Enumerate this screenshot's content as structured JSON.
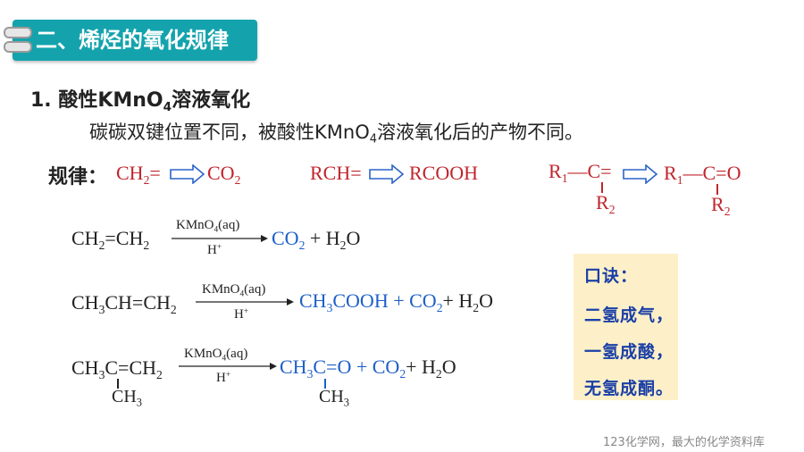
{
  "header": {
    "section_title": "二、烯烃的氧化规律"
  },
  "heading": {
    "prefix": "1. 酸性KMnO",
    "sub": "4",
    "suffix": "溶液氧化"
  },
  "description": {
    "part1": "碳碳双键位置不同，被酸性KMnO",
    "sub": "4",
    "part2": "溶液氧化后的产物不同。"
  },
  "rules": {
    "label": "规律：",
    "rule1": {
      "left_main": "CH",
      "left_sub": "2",
      "left_end": "=",
      "right_main": "CO",
      "right_sub": "2"
    },
    "rule2": {
      "left": "RCH=",
      "right": "RCOOH"
    },
    "rule3": {
      "left_r": "R",
      "left_r_sub": "1",
      "left_bond": "—C=",
      "left_r2": "R",
      "left_r2_sub": "2",
      "right_r": "R",
      "right_r_sub": "1",
      "right_bond": "—C=O",
      "right_r2": "R",
      "right_r2_sub": "2"
    }
  },
  "reactions": {
    "r1": {
      "reactant": {
        "a": "CH",
        "a_sub": "2",
        "b": "=CH",
        "b_sub": "2"
      },
      "reagent": {
        "main": "KMnO",
        "sub": "4",
        "end": "(aq)"
      },
      "catalyst": {
        "main": "H",
        "sup": "+"
      },
      "product_blue": {
        "main": "CO",
        "sub": "2"
      },
      "product_black": {
        "a": " + H",
        "a_sub": "2",
        "b": "O"
      }
    },
    "r2": {
      "reactant": {
        "a": "CH",
        "a_sub": "3",
        "b": "CH=CH",
        "b_sub": "2"
      },
      "reagent": {
        "main": "KMnO",
        "sub": "4",
        "end": "(aq)"
      },
      "catalyst": {
        "main": "H",
        "sup": "+"
      },
      "product_blue": {
        "a": "CH",
        "a_sub": "3",
        "b": "COOH",
        "c": " + CO",
        "c_sub": "2"
      },
      "product_black": {
        "a": "+ H",
        "a_sub": "2",
        "b": "O"
      }
    },
    "r3": {
      "reactant": {
        "a": "CH",
        "a_sub": "3",
        "b": "C=CH",
        "b_sub": "2",
        "branch": "CH",
        "branch_sub": "3"
      },
      "reagent": {
        "main": "KMnO",
        "sub": "4",
        "end": "(aq)"
      },
      "catalyst": {
        "main": "H",
        "sup": "+"
      },
      "product_blue": {
        "a": "CH",
        "a_sub": "3",
        "b": "C=O",
        "c": " + CO",
        "c_sub": "2",
        "branch": "CH",
        "branch_sub": "3"
      },
      "product_black": {
        "a": "+ H",
        "a_sub": "2",
        "b": "O"
      }
    }
  },
  "mnemonic": {
    "title": "口诀：",
    "lines": [
      "二氢成气，",
      "一氢成酸，",
      "无氢成酮。"
    ]
  },
  "footer": {
    "watermark": "123化学网，最大的化学资料库"
  },
  "colors": {
    "banner": "#14a3ad",
    "rule_red": "#c0262d",
    "product_blue": "#1d5fc9",
    "memo_bg": "#fdf0c8",
    "memo_text": "#1a3fa6"
  }
}
